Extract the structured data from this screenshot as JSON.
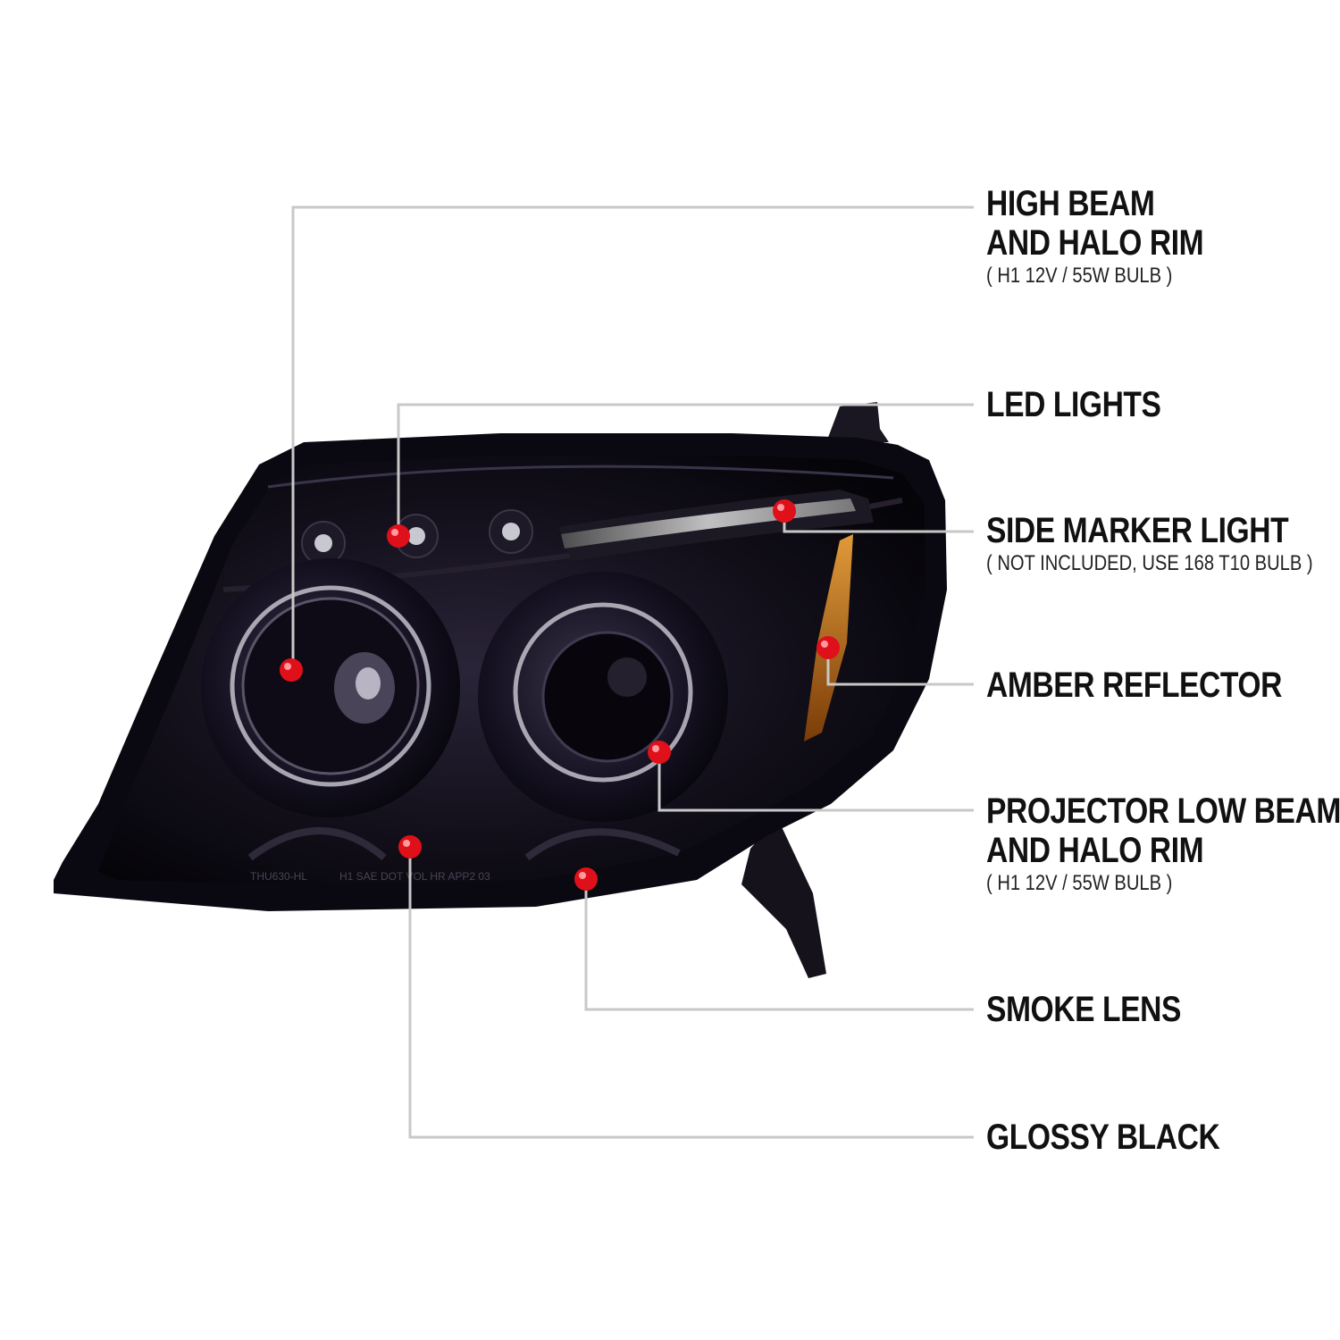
{
  "callouts": [
    {
      "id": "high-beam",
      "lines": [
        "HIGH BEAM",
        "AND HALO RIM"
      ],
      "spec": "( H1  12V / 55W  BULB )"
    },
    {
      "id": "led-lights",
      "lines": [
        "LED LIGHTS"
      ],
      "spec": ""
    },
    {
      "id": "side-marker",
      "lines": [
        "SIDE MARKER LIGHT"
      ],
      "spec": "( NOT INCLUDED, USE  168 T10  BULB )"
    },
    {
      "id": "amber-reflector",
      "lines": [
        "AMBER REFLECTOR"
      ],
      "spec": ""
    },
    {
      "id": "projector-low-beam",
      "lines": [
        "PROJECTOR LOW BEAM",
        "AND HALO RIM"
      ],
      "spec": "( H1  12V / 55W  BULB )"
    },
    {
      "id": "smoke-lens",
      "lines": [
        "SMOKE LENS"
      ],
      "spec": ""
    },
    {
      "id": "glossy-black",
      "lines": [
        "GLOSSY BLACK"
      ],
      "spec": ""
    }
  ],
  "lens_markings": [
    "THU630-HL",
    "H1 SAE DOT VOL HR APP2 03"
  ],
  "colors": {
    "background": "#ffffff",
    "label_text": "#111111",
    "leader_line": "#c8c8c8",
    "marker_dot": "#e0101a",
    "housing": "#0c0a12",
    "amber": "#c8781a"
  }
}
